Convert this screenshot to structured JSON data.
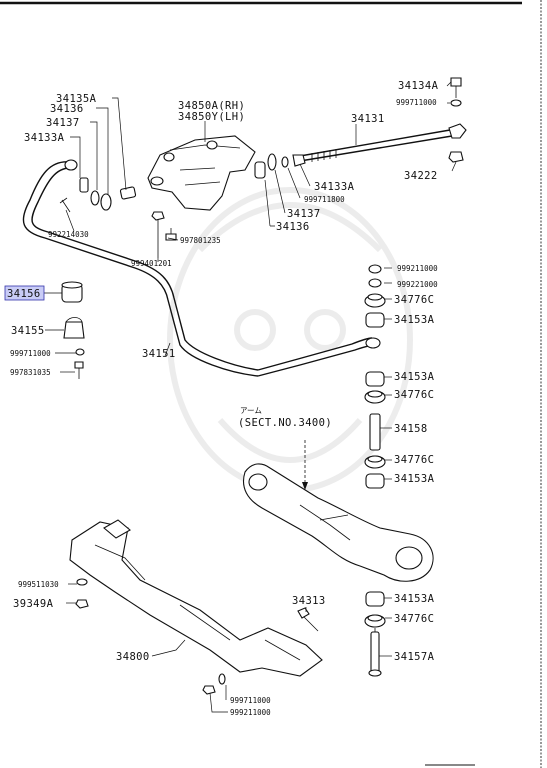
{
  "labels": {
    "p34135A": "34135A",
    "p34136_left": "34136",
    "p34137_left": "34137",
    "p34133A_left": "34133A",
    "p34850A": "34850A(RH)",
    "p34850Y": "34850Y(LH)",
    "p34131": "34131",
    "p34134A": "34134A",
    "p999711000_top": "999711000",
    "p34222": "34222",
    "p34133A_mid": "34133A",
    "p999711800": "999711800",
    "p34137_mid": "34137",
    "p34136_mid": "34136",
    "p992214030": "992214030",
    "p997801235": "997801235",
    "p999401201": "999401201",
    "p999211000": "999211000",
    "p999221000": "999221000",
    "p34776C_1": "34776C",
    "p34153A_1": "34153A",
    "p34156": "34156",
    "p34155": "34155",
    "p999711000_left": "999711000",
    "p997831035": "997831035",
    "p34151": "34151",
    "p34153A_2": "34153A",
    "p34776C_2": "34776C",
    "arm_jp": "アーム",
    "sect_no": "(SECT.NO.3400)",
    "p34158": "34158",
    "p34776C_3": "34776C",
    "p34153A_3": "34153A",
    "p999511030": "999511030",
    "p39349A": "39349A",
    "p34153A_4": "34153A",
    "p34313": "34313",
    "p34776C_4": "34776C",
    "p34157A": "34157A",
    "p34800": "34800",
    "p999711000_bottom": "999711000",
    "p999211000_bottom": "999211000"
  },
  "highlighted_part": "34156",
  "colors": {
    "line": "#111111",
    "background": "#ffffff",
    "highlight_fill": "#c9ccf6",
    "highlight_border": "#3333aa"
  }
}
